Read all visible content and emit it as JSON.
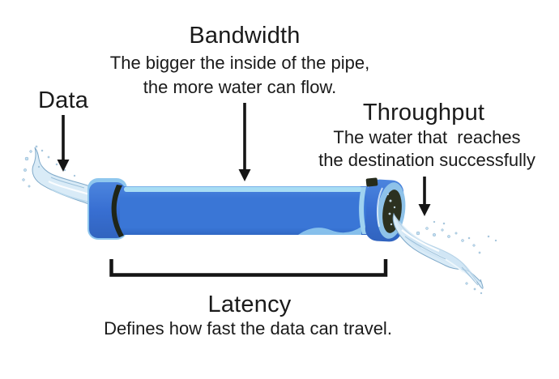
{
  "diagram": {
    "background_color": "#ffffff",
    "text_color": "#1a1a1a",
    "labels": {
      "bandwidth": {
        "title": "Bandwidth",
        "line1": "The bigger the inside of the pipe,",
        "line2": "the more water can flow."
      },
      "data": {
        "title": "Data"
      },
      "throughput": {
        "title": "Throughput",
        "line1": "The water that  reaches",
        "line2": "the destination successfully"
      },
      "latency": {
        "title": "Latency",
        "line1": "Defines how fast the data can travel."
      }
    },
    "illustration": {
      "pipe_color": "#3a76d6",
      "pipe_top_highlight": "#a8ddf4",
      "coupling_outline": "#8fc7ee",
      "seam_color": "#1f2518",
      "opening_rim_color": "#8ec2e9",
      "opening_inner_color": "#2c3120",
      "water_fill": "#d9ebf7",
      "water_outline": "#7fa9c9",
      "arrow_color": "#151515"
    }
  }
}
